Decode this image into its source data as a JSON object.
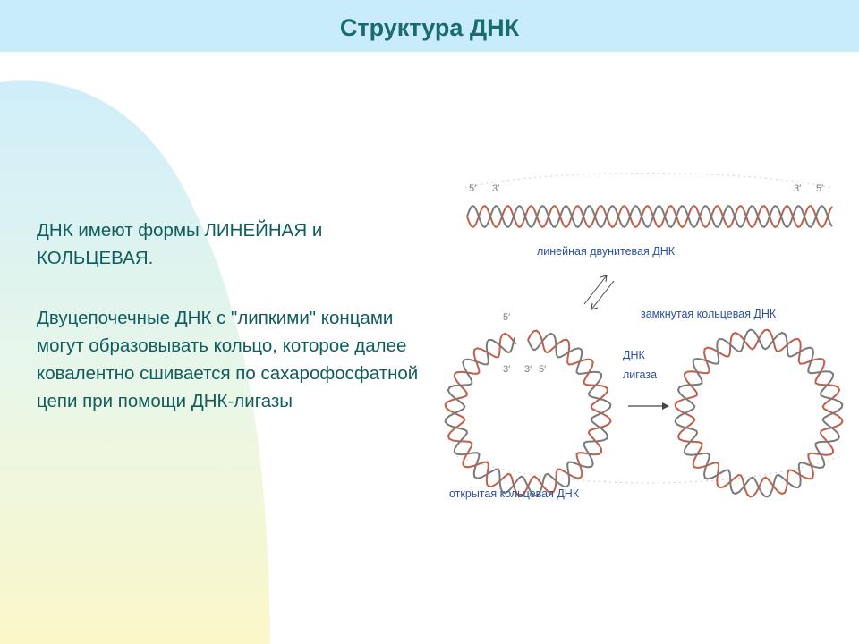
{
  "slide": {
    "title": "Структура ДНК",
    "paragraph1": "ДНК имеют формы ЛИНЕЙНАЯ и КОЛЬЦЕВАЯ.",
    "paragraph2": "Двуцепочечные ДНК с \"липкими\" концами могут образовывать кольцо, которое далее ковалентно сшивается по сахарофосфатной цепи при помощи ДНК-лигазы"
  },
  "diagram": {
    "linear_label": "линейная двунитевая ДНК",
    "closed_circular_label": "замкнутая кольцевая ДНК",
    "open_circular_label": "открытая кольцевая ДНК",
    "ligase_label_line1": "ДНК",
    "ligase_label_line2": "лигаза",
    "end_5_left": "5′",
    "end_3_left": "3′",
    "end_3_right": "3′",
    "end_5_right": "5′",
    "open_5": "5′",
    "open_3a": "3′",
    "open_3b": "3′",
    "open_5b": "5′"
  },
  "colors": {
    "title_bar": "#c8ecfa",
    "text": "#0f5d5d",
    "strand_gray": "#7a7a7a",
    "strand_red": "#c0604a",
    "label_blue": "#2d4f9c"
  }
}
